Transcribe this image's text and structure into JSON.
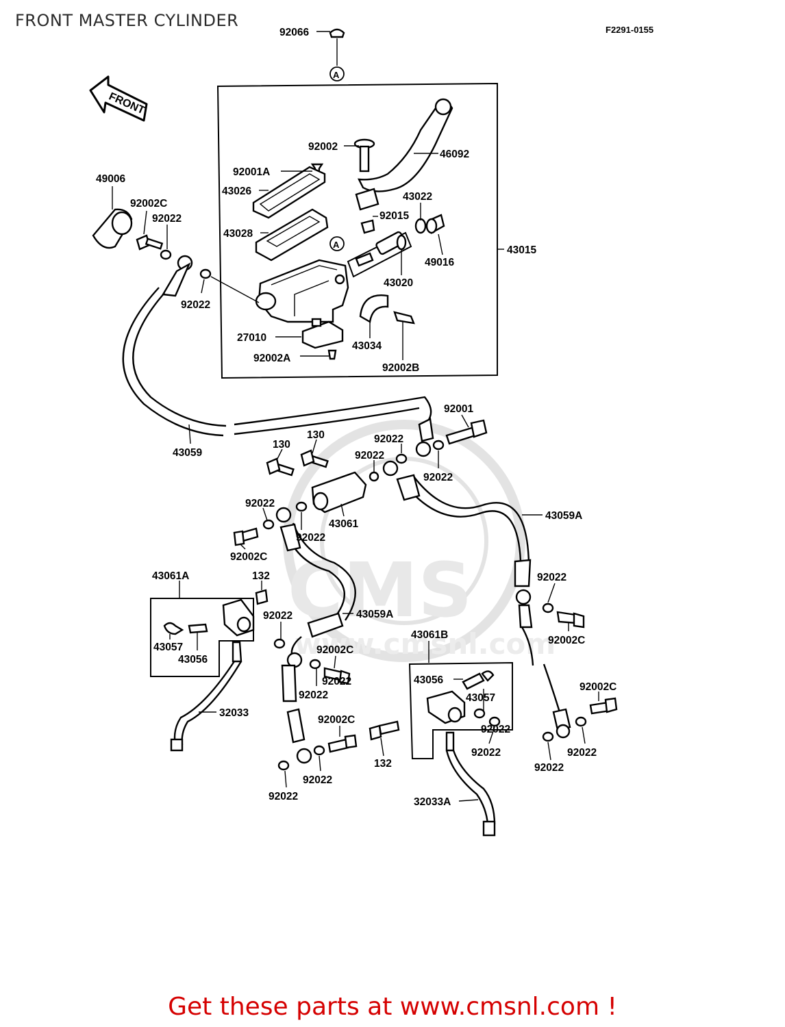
{
  "title": "FRONT MASTER CYLINDER",
  "diagram_code": "F2291-0155",
  "footer": "Get these parts at www.cmsnl.com !",
  "front_arrow_label": "FRONT",
  "marker_a": "A",
  "watermark": {
    "text": "CMS",
    "url": "www.cmsnl.com"
  },
  "labels": [
    "92066",
    "46092",
    "92002",
    "92001A",
    "43026",
    "43028",
    "43022",
    "92015",
    "49016",
    "43020",
    "43015",
    "49006",
    "92002C",
    "92022",
    "92022",
    "27010",
    "92002A",
    "43034",
    "92002B",
    "43059",
    "92001",
    "130",
    "130",
    "92022",
    "92022",
    "92022",
    "43061",
    "43059A",
    "92022",
    "92022",
    "92002C",
    "43061A",
    "132",
    "92022",
    "43059A",
    "92022",
    "43057",
    "43056",
    "92002C",
    "92022",
    "43061B",
    "92002C",
    "43056",
    "43057",
    "92022",
    "92002C",
    "92022",
    "32033",
    "92002C",
    "132",
    "92022",
    "92022",
    "92022",
    "92022",
    "92022",
    "32033A"
  ]
}
